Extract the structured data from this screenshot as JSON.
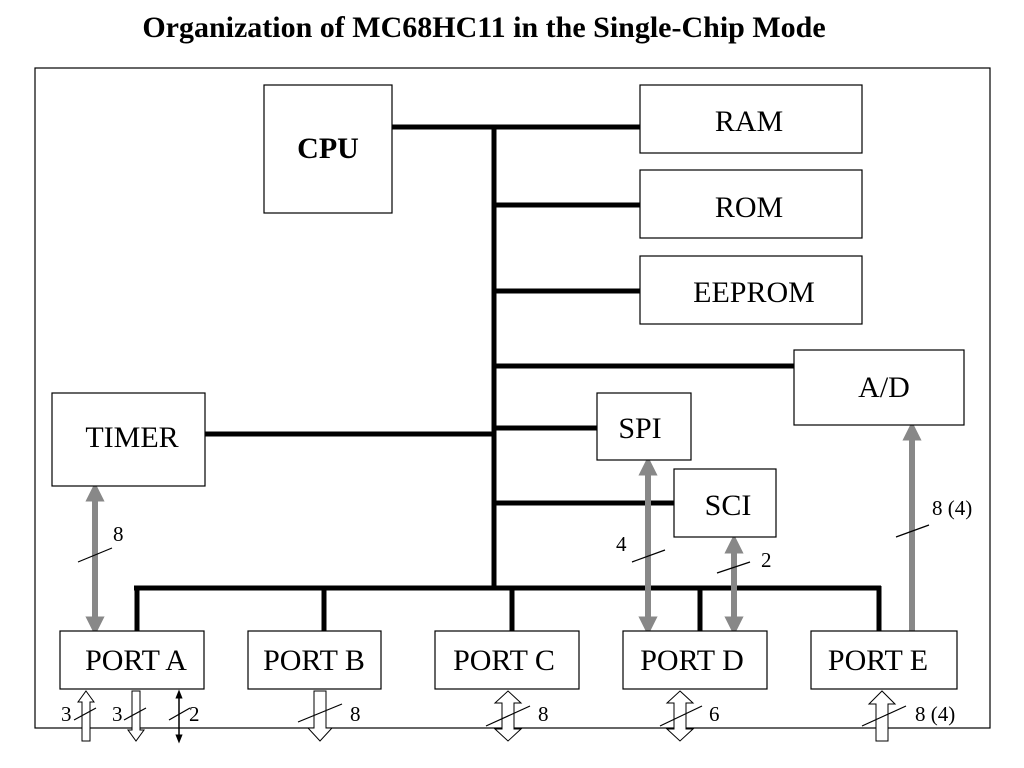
{
  "title": "Organization of MC68HC11 in the Single-Chip Mode",
  "colors": {
    "bus": "#000000",
    "data_arrow": "#888888",
    "background": "#ffffff"
  },
  "blocks": {
    "cpu": "CPU",
    "ram": "RAM",
    "rom": "ROM",
    "eeprom": "EEPROM",
    "ad": "A/D",
    "spi": "SPI",
    "sci": "SCI",
    "timer": "TIMER",
    "port_a": "PORT A",
    "port_b": "PORT B",
    "port_c": "PORT C",
    "port_d": "PORT D",
    "port_e": "PORT E"
  },
  "internal_widths": {
    "timer_port_a": "8",
    "spi_port_d": "4",
    "sci_port_d": "2",
    "port_e_ad": "8 (4)"
  },
  "pin_widths": {
    "port_a_in": "3",
    "port_a_out": "3",
    "port_a_bidir": "2",
    "port_b": "8",
    "port_c": "8",
    "port_d": "6",
    "port_e": "8 (4)"
  }
}
